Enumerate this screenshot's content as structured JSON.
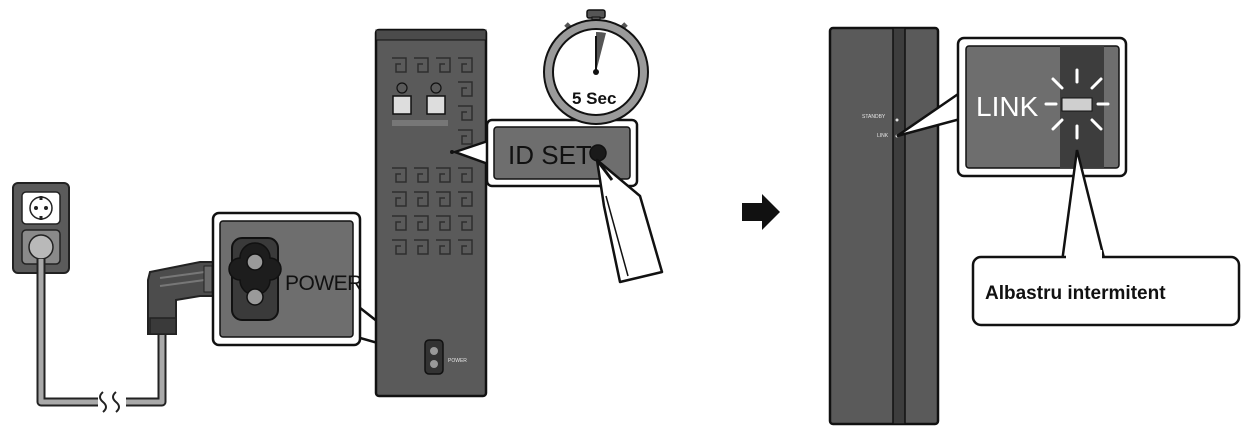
{
  "labels": {
    "timer": "5 Sec",
    "id_set": "ID SET",
    "power_callout": "POWER",
    "power_small": "POWER",
    "link_callout": "LINK",
    "standby_small": "STANDBY",
    "link_small": "LINK",
    "status_callout": "Albastru intermitent"
  },
  "icons": {
    "timer": "stopwatch-icon",
    "arrow": "right-arrow-icon",
    "pen": "stylus-pen-icon",
    "socket": "wall-socket-icon",
    "plug": "power-plug-icon",
    "led": "blinking-led-icon"
  },
  "colors": {
    "device_body": "#5a5a5a",
    "device_dark": "#3d3d3d",
    "callout_fill": "#6e6e6e",
    "led_rays": "#ffffff",
    "cable": "#a9a9a9"
  }
}
